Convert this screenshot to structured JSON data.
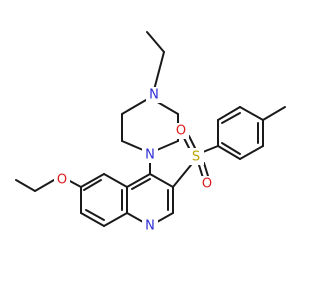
{
  "molecule": {
    "atoms": {
      "n_piperazine_top": "N",
      "n_piperazine_bottom": "N",
      "o_ether": "O",
      "s_sulfonyl": "S",
      "o_sulfonyl_top": "O",
      "o_sulfonyl_bottom": "O",
      "n_quinoline": "N"
    },
    "colors": {
      "bond": "#1a1a1a",
      "nitrogen": "#2d2dd6",
      "oxygen": "#e01b1b",
      "sulfur": "#b8a400"
    }
  }
}
